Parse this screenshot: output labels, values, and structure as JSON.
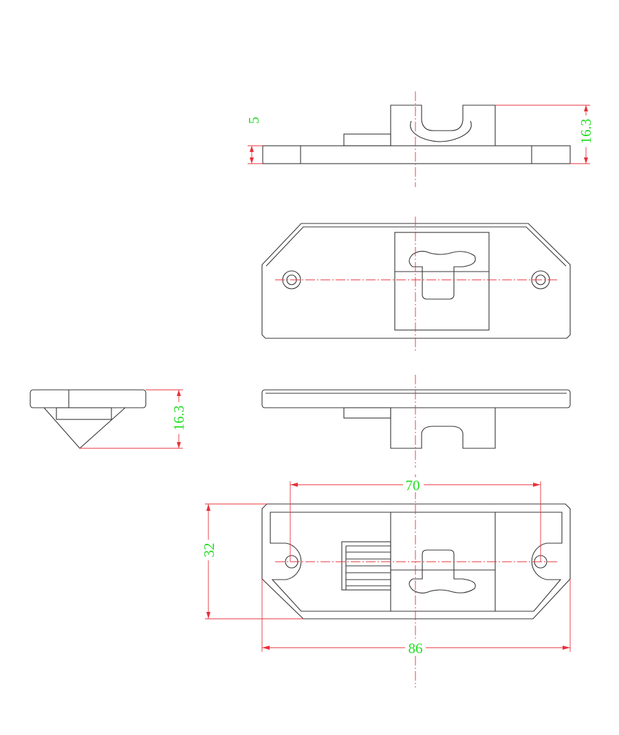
{
  "drawing": {
    "title": "Latch bracket technical drawing",
    "views": [
      "top-side-view",
      "plan-view-top",
      "side-view-front",
      "side-view-left",
      "plan-view-bottom"
    ]
  },
  "dimensions": {
    "top_plate_thickness": "5",
    "top_overall_height": "16.3",
    "left_overall_height": "16.3",
    "hole_spacing": "70",
    "width": "32",
    "length": "86"
  },
  "colors": {
    "outline": "#333333",
    "dimension_line": "#e8303a",
    "dimension_text": "#22dd22"
  }
}
